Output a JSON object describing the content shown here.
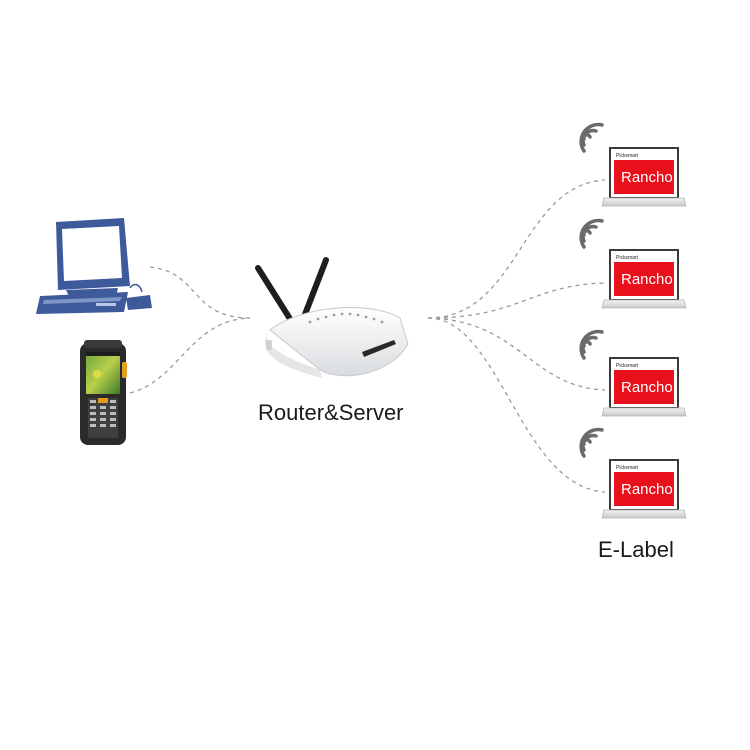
{
  "nodes": {
    "router": {
      "caption": "Router&Server"
    },
    "elabels": {
      "caption": "E-Label"
    }
  },
  "elabel_devices": [
    {
      "brand": "Picksmart",
      "text": "Rancho"
    },
    {
      "brand": "Picksmart",
      "text": "Rancho"
    },
    {
      "brand": "Picksmart",
      "text": "Rancho"
    },
    {
      "brand": "Picksmart",
      "text": "Rancho"
    }
  ],
  "colors": {
    "computer": "#3d5a9a",
    "label_screen": "#e8101a",
    "link_line": "#9a9a9a",
    "wifi": "#6b6b6b"
  },
  "icons": [
    "computer-icon",
    "handheld-scanner-icon",
    "router-icon",
    "wifi-icon",
    "e-label-icon"
  ]
}
